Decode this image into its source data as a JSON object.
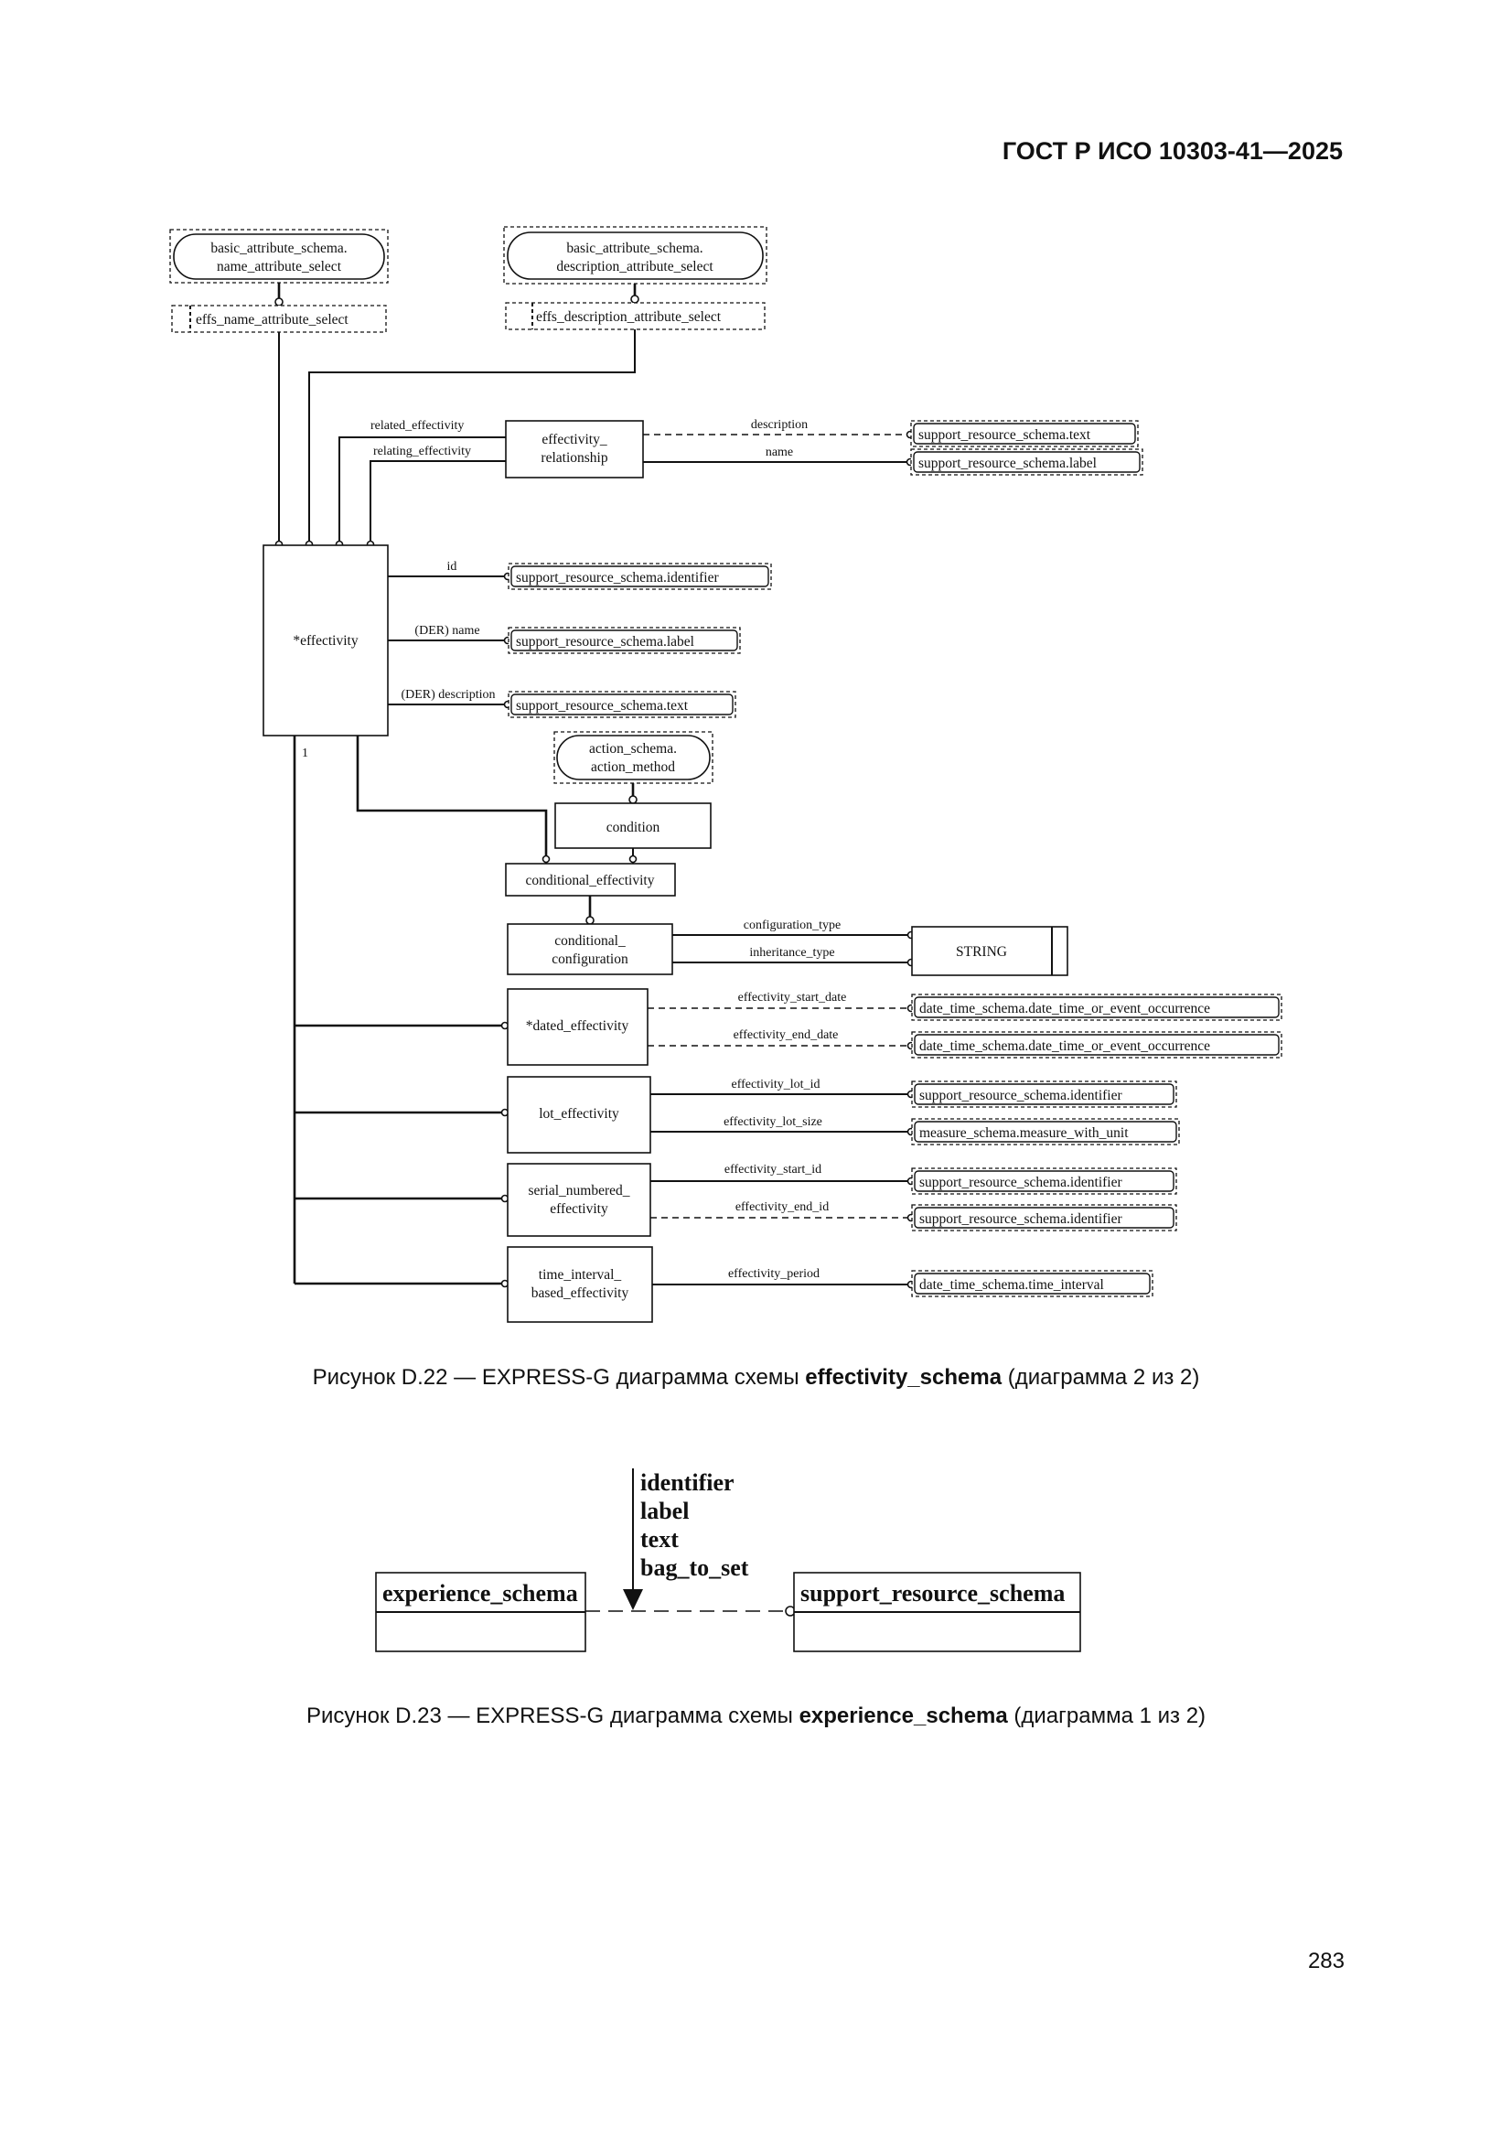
{
  "header": {
    "title": "ГОСТ Р ИСО 10303-41—2025"
  },
  "figure22": {
    "caption_prefix": "Рисунок D.22 — EXPRESS-G диаграмма схемы ",
    "caption_bold": "effectivity_schema",
    "caption_suffix": " (диаграмма 2 из 2)",
    "ext_name_select": [
      "basic_attribute_schema.",
      "name_attribute_select"
    ],
    "ext_desc_select": [
      "basic_attribute_schema.",
      "description_attribute_select"
    ],
    "effs_name": "effs_name_attribute_select",
    "effs_desc": "effs_description_attribute_select",
    "eff_rel": [
      "effectivity_",
      "relationship"
    ],
    "rel_related": "related_effectivity",
    "rel_relating": "relating_effectivity",
    "rel_description": "description",
    "rel_name": "name",
    "srs_text": "support_resource_schema.text",
    "srs_label": "support_resource_schema.label",
    "srs_identifier": "support_resource_schema.identifier",
    "effectivity": "*effectivity",
    "attr_id": "id",
    "attr_der_name": "(DER) name",
    "attr_der_desc": "(DER) description",
    "one": "1",
    "action_method": [
      "action_schema.",
      "action_method"
    ],
    "condition": "condition",
    "conditional_effectivity": "conditional_effectivity",
    "conditional_configuration": [
      "conditional_",
      "configuration"
    ],
    "configuration_type": "configuration_type",
    "inheritance_type": "inheritance_type",
    "string": "STRING",
    "dated_effectivity": "*dated_effectivity",
    "effectivity_start_date": "effectivity_start_date",
    "effectivity_end_date": "effectivity_end_date",
    "dt_occurrence": "date_time_schema.date_time_or_event_occurrence",
    "lot_effectivity": "lot_effectivity",
    "effectivity_lot_id": "effectivity_lot_id",
    "effectivity_lot_size": "effectivity_lot_size",
    "measure_with_unit": "measure_schema.measure_with_unit",
    "serial_numbered": [
      "serial_numbered_",
      "effectivity"
    ],
    "effectivity_start_id": "effectivity_start_id",
    "effectivity_end_id": "effectivity_end_id",
    "time_interval_based": [
      "time_interval_",
      "based_effectivity"
    ],
    "effectivity_period": "effectivity_period",
    "time_interval": "date_time_schema.time_interval"
  },
  "figure23": {
    "caption_prefix": "Рисунок D.23 — EXPRESS-G диаграмма схемы ",
    "caption_bold": "experience_schema",
    "caption_suffix": " (диаграмма 1 из 2)",
    "left_schema": "experience_schema",
    "right_schema": "support_resource_schema",
    "imports": [
      "identifier",
      "label",
      "text",
      "bag_to_set"
    ]
  },
  "page_number": "283"
}
